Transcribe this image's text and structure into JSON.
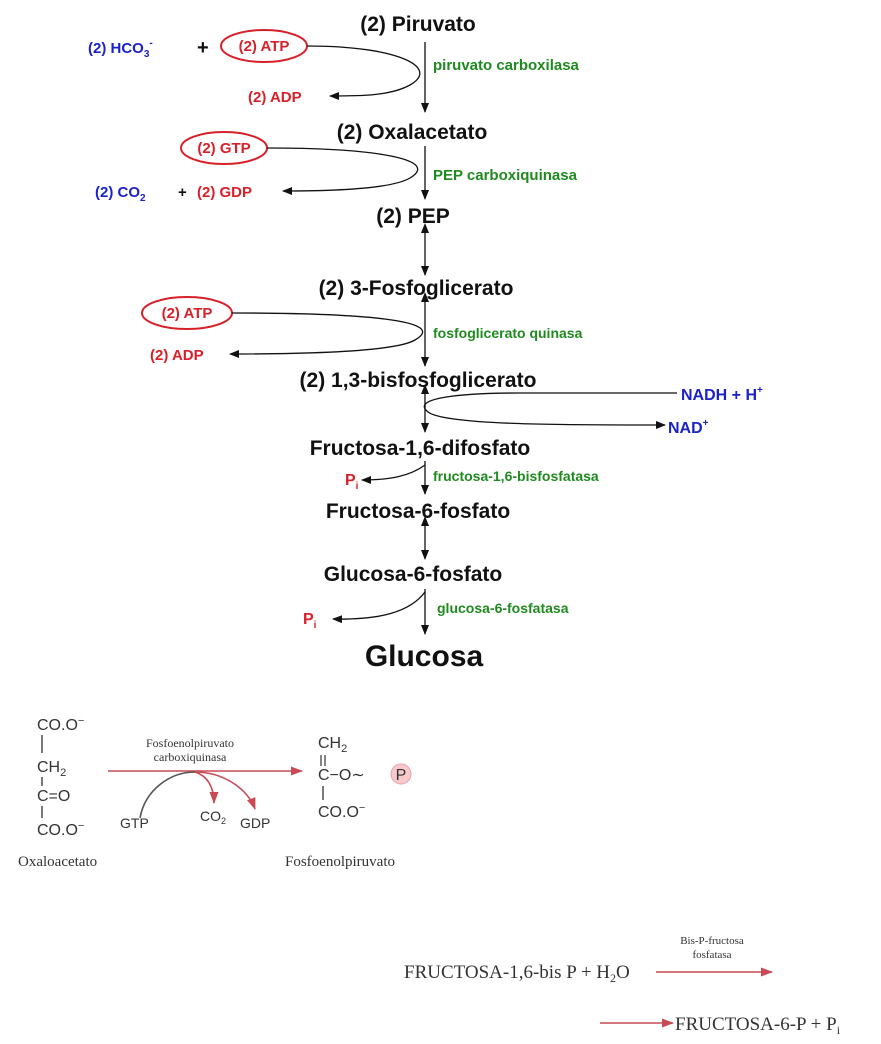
{
  "pathway": {
    "metabolites": {
      "piruvato": "(2) Piruvato",
      "oxalacetato": "(2) Oxalacetato",
      "pep": "(2) PEP",
      "fosfoglicerato3": "(2) 3-Fosfoglicerato",
      "bisfosfoglicerato": "(2) 1,3-bisfosfoglicerato",
      "fructosa16": "Fructosa-1,6-difosfato",
      "fructosa6": "Fructosa-6-fosfato",
      "glucosa6": "Glucosa-6-fosfato",
      "glucosa": "Glucosa"
    },
    "enzymes": {
      "e1": "piruvato carboxilasa",
      "e2": "PEP carboxiquinasa",
      "e3": "fosfoglicerato quinasa",
      "e4": "fructosa-1,6-bisfosfatasa",
      "e5": "glucosa-6-fosfatasa"
    },
    "cofactors": {
      "hco3": {
        "base": "(2) HCO",
        "sub": "3",
        "sup": "-"
      },
      "plus": "+",
      "atp1": "(2) ATP",
      "adp1": "(2) ADP",
      "gtp": "(2) GTP",
      "co2": {
        "base": "(2) CO",
        "sub": "2"
      },
      "gdp": "(2) GDP",
      "atp2": "(2) ATP",
      "adp2": "(2) ADP",
      "nadh": {
        "base": "NADH + H",
        "sup": "+"
      },
      "nad": {
        "base": "NAD",
        "sup": "+"
      },
      "pi1": {
        "base": "P",
        "sub": "i"
      },
      "pi2": {
        "base": "P",
        "sub": "i"
      }
    }
  },
  "structure": {
    "reactant": {
      "l1": "CO.O",
      "l1sup": "−",
      "l2": "CH",
      "l2sub": "2",
      "l3": "C=O",
      "l4": "CO.O",
      "l4sup": "−",
      "name": "Oxaloacetato"
    },
    "enzyme": [
      "Fosfoenolpiruvato",
      "carboxiquinasa"
    ],
    "gtp": "GTP",
    "co2": {
      "base": "CO",
      "sub": "2"
    },
    "gdp": "GDP",
    "product": {
      "l1": "CH",
      "l1sub": "2",
      "l2": "C−O∼",
      "phosphate": "P",
      "l3": "CO.O",
      "l3sup": "−",
      "name": "Fosfoenolpiruvato"
    }
  },
  "equation": {
    "left": "FRUCTOSA-1,6-bis P + H",
    "left_sub": "2",
    "left_end": "O",
    "enzyme": [
      "Bis-P-fructosa",
      "fosfatasa"
    ],
    "right": "FRUCTOSA-6-P + P",
    "right_sub": "i"
  },
  "colors": {
    "enzyme": "#1f8a1f",
    "energy": "#d8202a",
    "inorganic": "#1a22c8"
  }
}
